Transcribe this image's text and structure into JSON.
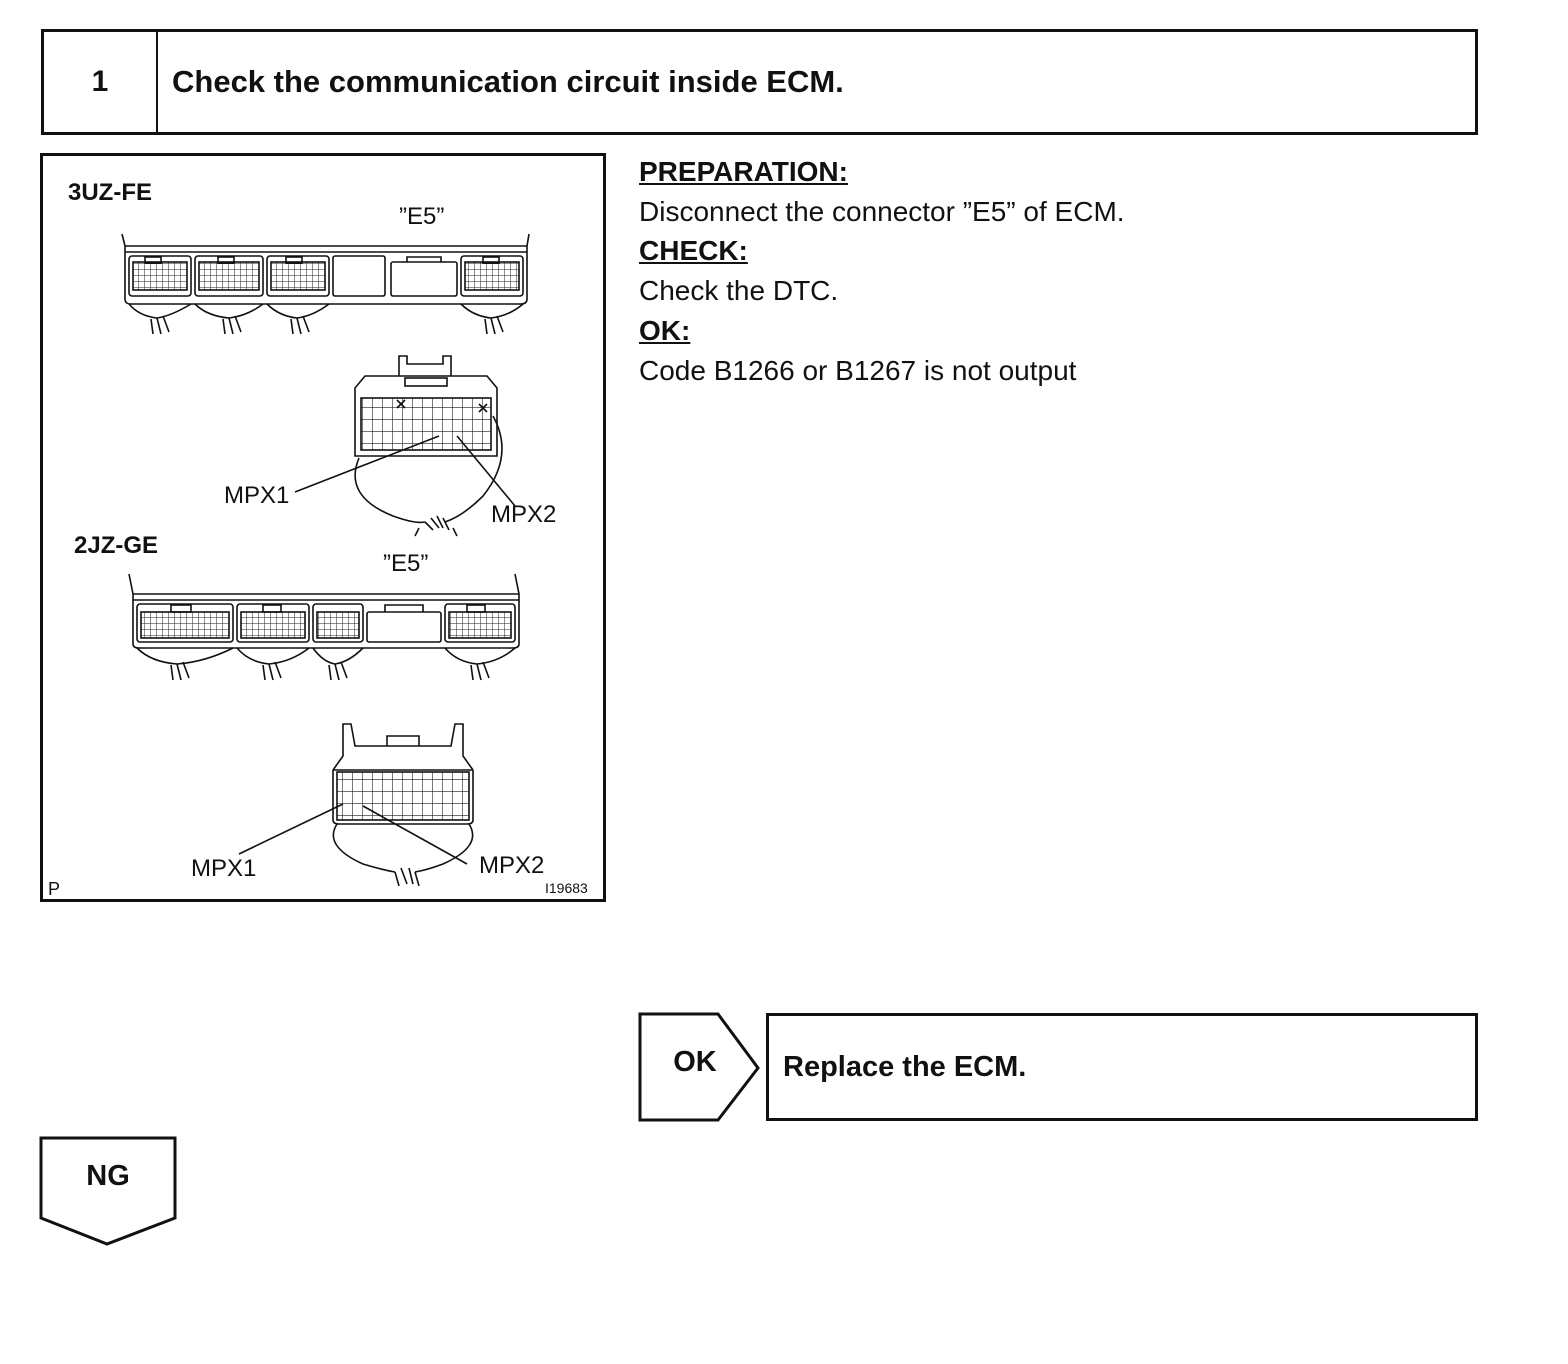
{
  "step": {
    "number": "1",
    "title": "Check the communication circuit inside ECM."
  },
  "figure": {
    "engine_top": "3UZ-FE",
    "engine_bottom": "2JZ-GE",
    "connector_top": "”E5”",
    "connector_bottom": "”E5”",
    "pin1_top": "MPX1",
    "pin2_top": "MPX2",
    "pin1_bottom": "MPX1",
    "pin2_bottom": "MPX2",
    "corner_mark": "P",
    "figure_id": "I19683"
  },
  "instructions": {
    "preparation_heading": "PREPARATION:",
    "preparation_text": "Disconnect the connector ”E5” of ECM.",
    "check_heading": "CHECK:",
    "check_text": "Check the DTC.",
    "ok_heading": "OK:",
    "ok_text": "Code B1266 or B1267 is not output"
  },
  "flow": {
    "ok_label": "OK",
    "ok_result": "Replace the ECM.",
    "ng_label": "NG"
  }
}
